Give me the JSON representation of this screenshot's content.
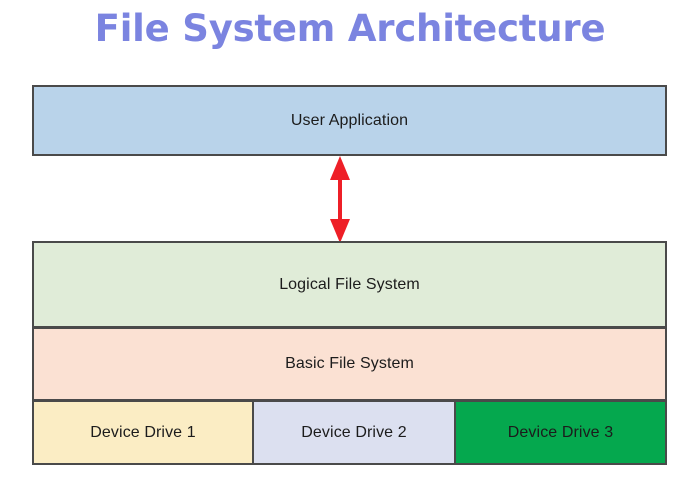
{
  "diagram": {
    "title": "File System Architecture",
    "title_color": "#7b84e0",
    "background_color": "#ffffff",
    "border_color": "#4a4a4a",
    "layers": [
      {
        "id": "user-application",
        "label": "User Application",
        "fill_color": "#b9d3ea"
      },
      {
        "id": "logical-file-system",
        "label": "Logical File System",
        "fill_color": "#e0ecd8"
      },
      {
        "id": "basic-file-system",
        "label": "Basic File System",
        "fill_color": "#fbe1d3"
      }
    ],
    "device_drives": [
      {
        "id": "device-drive-1",
        "label": "Device Drive 1",
        "fill_color": "#fbedc4"
      },
      {
        "id": "device-drive-2",
        "label": "Device Drive 2",
        "fill_color": "#dce0f0"
      },
      {
        "id": "device-drive-3",
        "label": "Device Drive 3",
        "fill_color": "#05a84e"
      }
    ],
    "connector": {
      "name": "double-headed-arrow",
      "from": "User Application",
      "to": "Logical File System",
      "color": "#ee1f27",
      "style": "double-headed vertical arrow"
    }
  }
}
